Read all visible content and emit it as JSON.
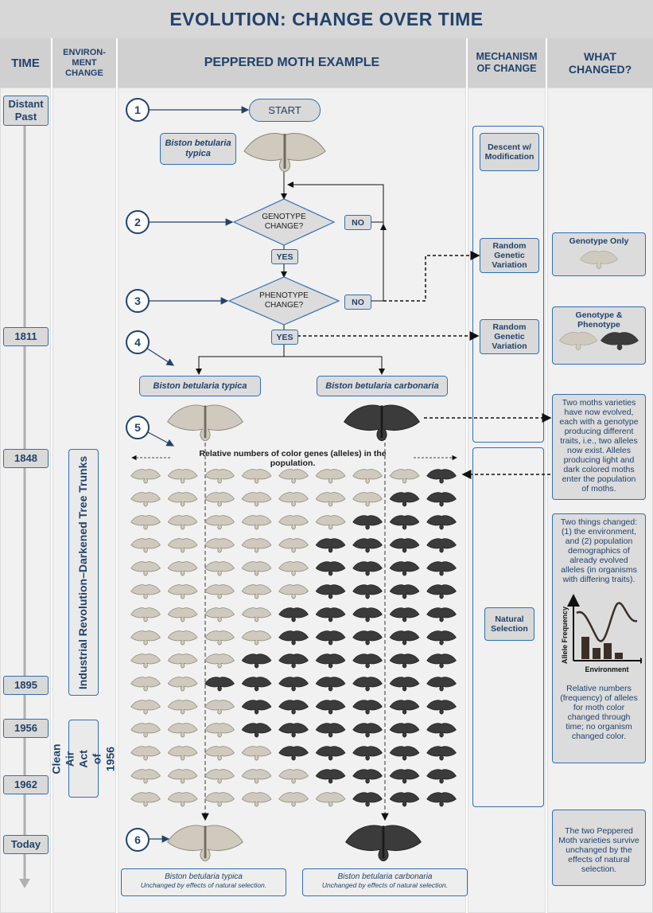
{
  "title": "EVOLUTION: CHANGE OVER TIME",
  "headers": {
    "time": "TIME",
    "environment": "ENVIRON-\nMENT\nCHANGE",
    "example": "PEPPERED MOTH EXAMPLE",
    "mechanism": "MECHANISM\nOF CHANGE",
    "what_changed": "WHAT\nCHANGED?"
  },
  "timeline": [
    "Distant Past",
    "1811",
    "1848",
    "1895",
    "1956",
    "1962",
    "Today"
  ],
  "environment_changes": [
    "Industrial Revolution–Darkened Tree Trunks",
    "Clean Air Act of 1956"
  ],
  "flow": {
    "steps": [
      "1",
      "2",
      "3",
      "4",
      "5",
      "6"
    ],
    "start": "START",
    "species_typica": "Biston betularia typica",
    "species_typica_top": "Biston betularia\ntypica",
    "species_carbonaria": "Biston betularia carbonaria",
    "decision1": "GENOTYPE\nCHANGE?",
    "decision2": "PHENOTYPE\nCHANGE?",
    "no": "NO",
    "yes": "YES",
    "population_label": "Relative numbers of color genes (alleles) in the population.",
    "final_typica": "Biston betularia typica",
    "final_carbonaria": "Biston betularia carbonaria",
    "unchanged_note": "Unchanged by effects of natural selection."
  },
  "population": {
    "columns": 9,
    "dark_counts_per_row": [
      1,
      2,
      3,
      4,
      4,
      4,
      5,
      5,
      6,
      7,
      6,
      6,
      5,
      4,
      3
    ],
    "light_color": "#cfcabd",
    "dark_color": "#3b3b3b"
  },
  "mechanisms": [
    "Descent w/\nModification",
    "Random\nGenetic\nVariation",
    "Random\nGenetic\nVariation",
    "Natural\nSelection"
  ],
  "what_changed": {
    "genotype_only": "Genotype Only",
    "genotype_phenotype": "Genotype &\nPhenotype",
    "two_varieties": "Two moths varieties have now evolved, each with a genotype producing different traits, i.e., two alleles now exist. Alleles producing light and dark colored moths enter the population of moths.",
    "two_things": "Two things changed: (1) the environment, and (2) population demographics of already evolved alleles (in organisms with differing traits).",
    "chart_ylabel": "Allele Frequency",
    "chart_xlabel": "Environment",
    "relative_numbers": "Relative numbers (frequency) of alleles for moth color changed through time; no organism changed color.",
    "survive": "The two Peppered Moth varieties survive unchanged by the effects of natural selection."
  },
  "colors": {
    "accent": "#2f6fb6",
    "title_text": "#22426b",
    "header_bg": "#d0d0d0",
    "column_bg": "#f1f1f1"
  }
}
